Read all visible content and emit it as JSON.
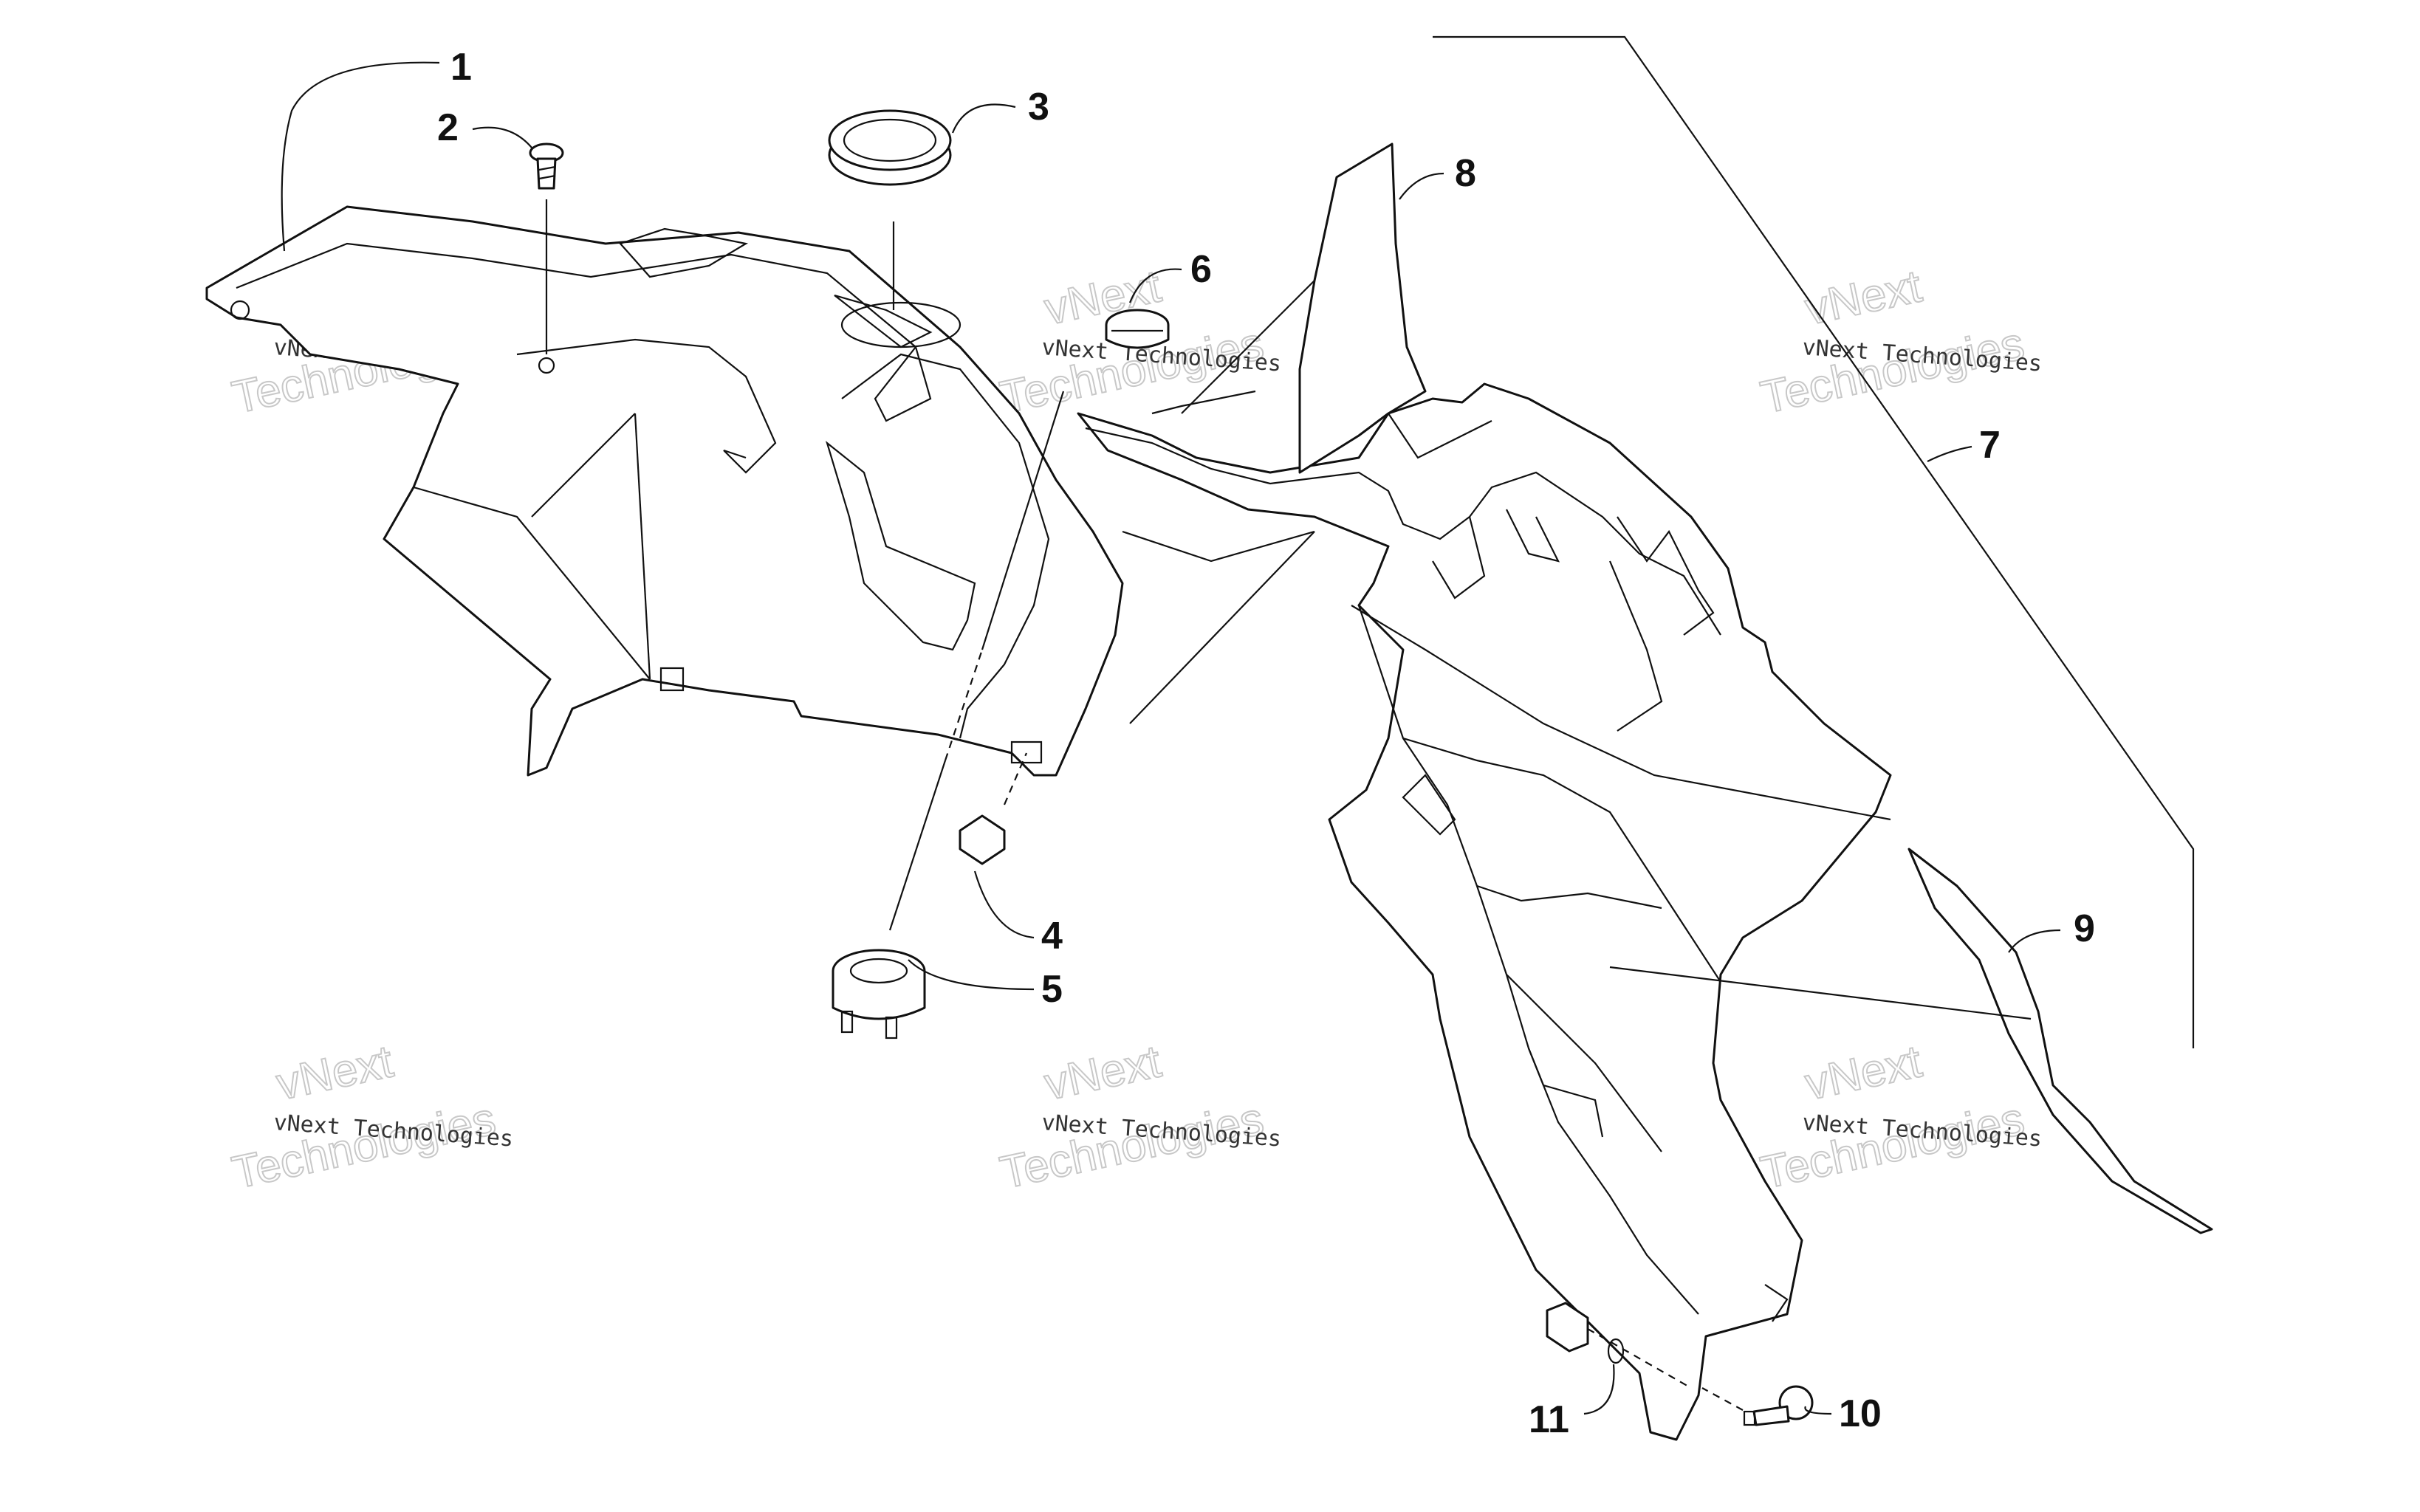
{
  "callouts": [
    {
      "id": "1",
      "label": "1"
    },
    {
      "id": "2",
      "label": "2"
    },
    {
      "id": "3",
      "label": "3"
    },
    {
      "id": "4",
      "label": "4"
    },
    {
      "id": "5",
      "label": "5"
    },
    {
      "id": "6",
      "label": "6"
    },
    {
      "id": "7",
      "label": "7"
    },
    {
      "id": "8",
      "label": "8"
    },
    {
      "id": "9",
      "label": "9"
    },
    {
      "id": "10",
      "label": "10"
    },
    {
      "id": "11",
      "label": "11"
    }
  ],
  "watermark": {
    "line1": "vNext Technologies",
    "line2_a": "vNext",
    "line2_b": "Technologies"
  }
}
